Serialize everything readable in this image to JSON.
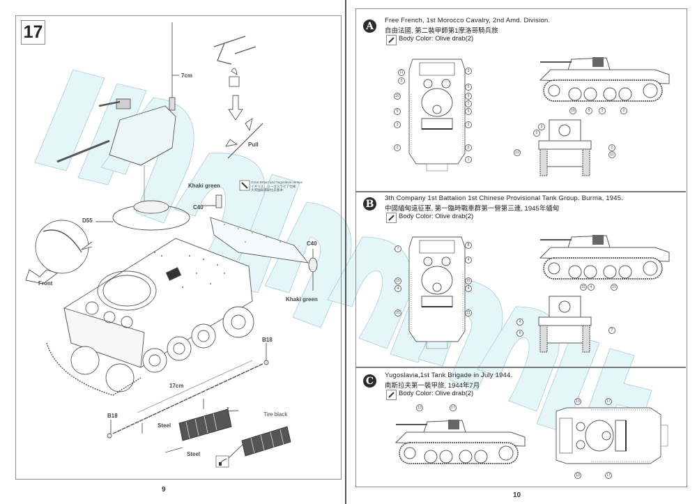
{
  "left_page": {
    "step_number": "17",
    "page_number": "9",
    "labels": {
      "antenna_length": "7cm",
      "pull": "Pull",
      "khaki_green_top": "Khaki green",
      "khaki_green_bottom": "Khaki green",
      "c40_left": "C40",
      "c40_right": "C40",
      "d55": "D55",
      "front": "Front",
      "b18_top": "B18",
      "b18_bottom": "B18",
      "cable_length": "17cm",
      "steel_cable": "Steel",
      "steel_track": "Steel",
      "tire_block": "Tire black",
      "part_t": "T"
    },
    "version_note": {
      "line1": "Great Britain and Yugoslavia version",
      "line2": "イギリス、ユーゴスラビア仕様",
      "line3": "大英國與南斯拉夫版本"
    }
  },
  "right_page": {
    "page_number": "10",
    "sections": [
      {
        "badge": "A",
        "title": "Free French, 1st Morocco Cavalry, 2nd Amd. Division.",
        "title_cn": "自由法國, 第二裝甲師第1摩洛哥騎兵旅",
        "body_color": "Body Color: Olive drab(2)",
        "top_view_callouts_left": [
          "11",
          "2",
          "10",
          "5",
          "3",
          "2"
        ],
        "top_view_callouts_right": [
          "3",
          "5",
          "9",
          "1",
          "5",
          "3",
          "2",
          "1"
        ],
        "side_view_callouts": [
          "10",
          "5",
          "3",
          "2"
        ],
        "front_view_callouts": [
          "3",
          "6",
          "12",
          "2",
          "11"
        ]
      },
      {
        "badge": "B",
        "title": "3th Company 1st Battalion 1st Chinese Provisional Tank Group. Burma, 1945.",
        "title_cn": "中國緬甸遠征軍, 第一臨時戰車群第一營第三連, 1945年緬甸",
        "body_color": "Body Color: Olive drab(2)",
        "top_view_callouts_left": [
          "7",
          "15",
          "4",
          "21"
        ],
        "top_view_callouts_right": [
          "8",
          "4",
          "15",
          "4",
          "21"
        ],
        "side_view_callouts": [
          "15",
          "4",
          "21"
        ],
        "front_view_callouts": [
          "4",
          "8",
          "7"
        ]
      },
      {
        "badge": "C",
        "title": "Yugoslavia,1st Tank Brigade in July 1944.",
        "title_cn": "南斯拉夫第一裝甲旅, 1944年7月",
        "body_color": "Body Color: Olive drab(2)",
        "side_view_callouts": [
          "13",
          "17"
        ],
        "top_view_callouts": [
          "13",
          "17",
          "13",
          "17"
        ]
      }
    ]
  },
  "watermark": {
    "text": "modelist.net",
    "color": "#d9f3f6"
  }
}
